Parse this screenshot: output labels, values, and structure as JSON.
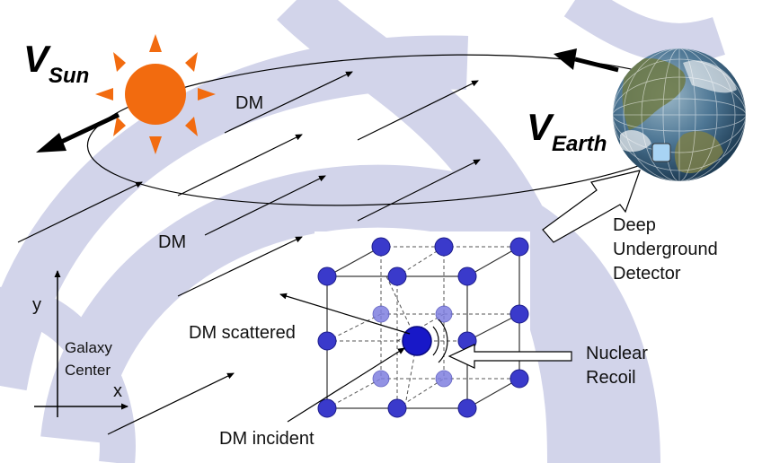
{
  "labels": {
    "v_main": "V",
    "sun_sub": "Sun",
    "earth_sub": "Earth",
    "dm_top": "DM",
    "dm_mid": "DM",
    "deep1": "Deep",
    "deep2": "Underground",
    "deep3": "Detector",
    "axis_y": "y",
    "axis_x": "x",
    "galaxy1": "Galaxy",
    "galaxy2": "Center",
    "dm_scattered": "DM scattered",
    "dm_incident": "DM incident",
    "nuclear1": "Nuclear",
    "nuclear2": "Recoil"
  },
  "colors": {
    "background_arcs": "#d2d4ea",
    "sun": "#f26b0f",
    "earth_ocean": "#3f6f99",
    "atom": "#3a3acb",
    "atom_faded": "#7f7fe0",
    "nucleus": "#1818c8",
    "detector_box": "#a8d4f4"
  }
}
